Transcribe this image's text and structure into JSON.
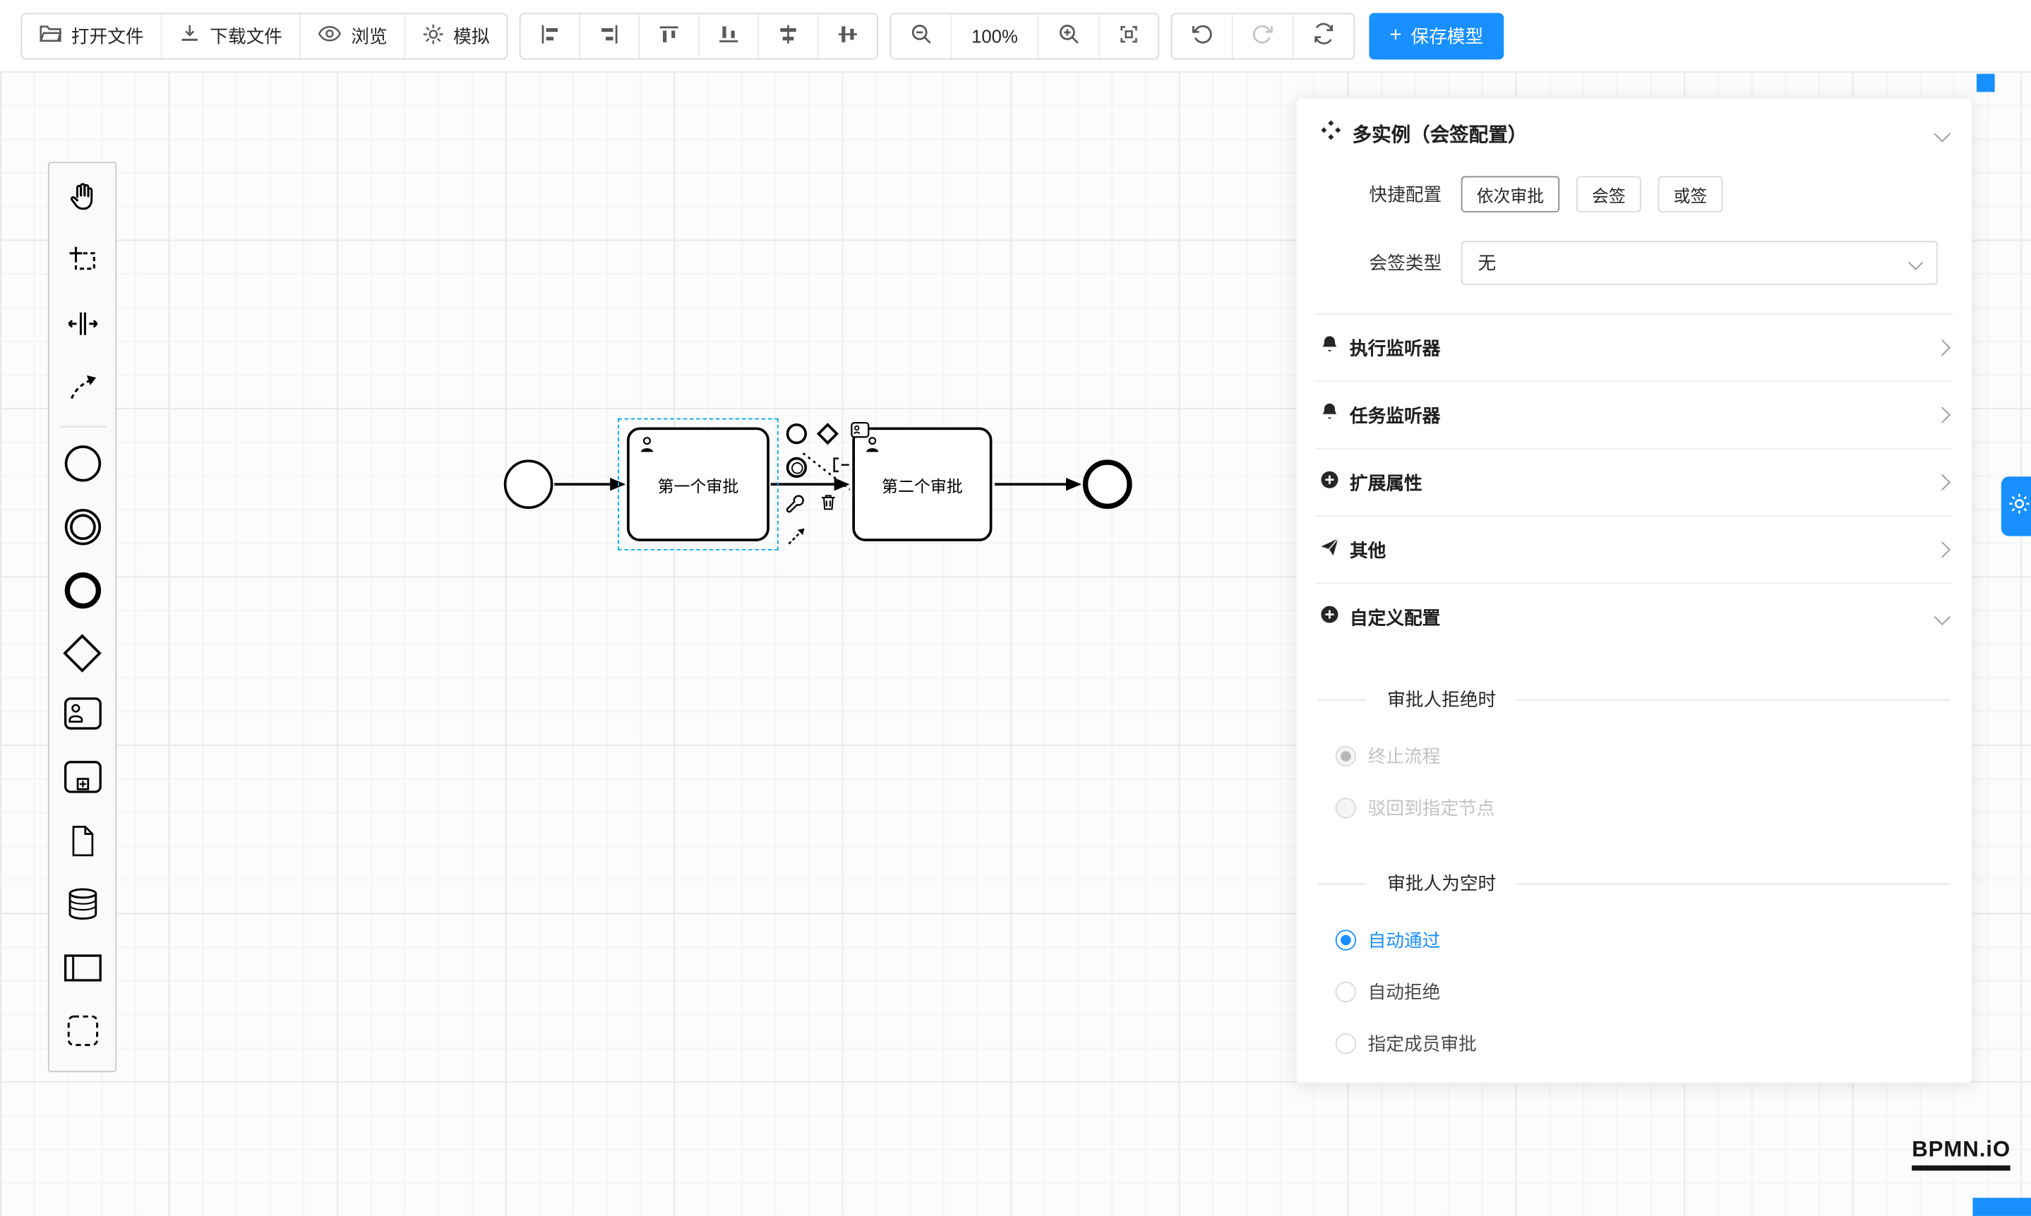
{
  "toolbar": {
    "open_file": "打开文件",
    "download_file": "下载文件",
    "preview": "浏览",
    "simulate": "模拟",
    "zoom_level": "100%",
    "save_model": "保存模型",
    "plus": "+"
  },
  "diagram": {
    "task1": "第一个审批",
    "task2": "第二个审批"
  },
  "panel": {
    "title": "多实例（会签配置）",
    "quick_config": {
      "label": "快捷配置",
      "options": [
        "依次审批",
        "会签",
        "或签"
      ]
    },
    "sign_type": {
      "label": "会签类型",
      "value": "无"
    },
    "sections": [
      {
        "label": "执行监听器",
        "icon": "bell-icon"
      },
      {
        "label": "任务监听器",
        "icon": "bell-icon"
      },
      {
        "label": "扩展属性",
        "icon": "plus-circle-icon"
      },
      {
        "label": "其他",
        "icon": "send-icon"
      },
      {
        "label": "自定义配置",
        "icon": "plus-circle-icon"
      }
    ],
    "custom_config": {
      "reject_divider": "审批人拒绝时",
      "reject_options": [
        "终止流程",
        "驳回到指定节点"
      ],
      "empty_divider": "审批人为空时",
      "empty_options": [
        "自动通过",
        "自动拒绝",
        "指定成员审批"
      ]
    }
  },
  "watermark": "BPMN.iO",
  "colors": {
    "accent": "#1890ff"
  }
}
